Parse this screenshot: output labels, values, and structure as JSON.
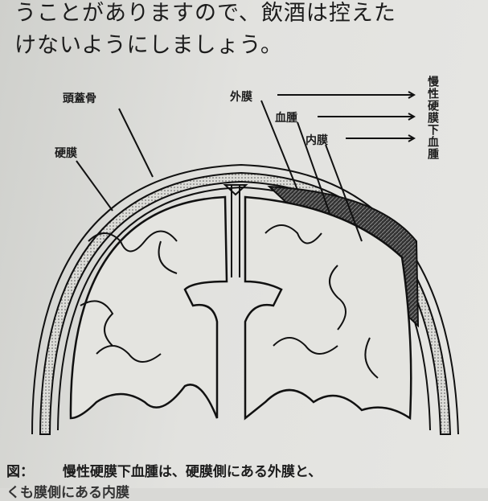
{
  "text": {
    "line1": "うことがありますので、飲酒は控えた",
    "line2": "けないようにしましょう。"
  },
  "figure": {
    "labels": {
      "skull": "頭蓋骨",
      "dura": "硬膜",
      "outer_membrane": "外膜",
      "hematoma": "血腫",
      "inner_membrane": "内膜",
      "condition": "慢性硬膜下血腫"
    },
    "caption_prefix": "図：",
    "caption": "慢性硬膜下血腫は、硬膜側にある外膜と、",
    "caption_cut": "くも膜側にある内膜"
  }
}
